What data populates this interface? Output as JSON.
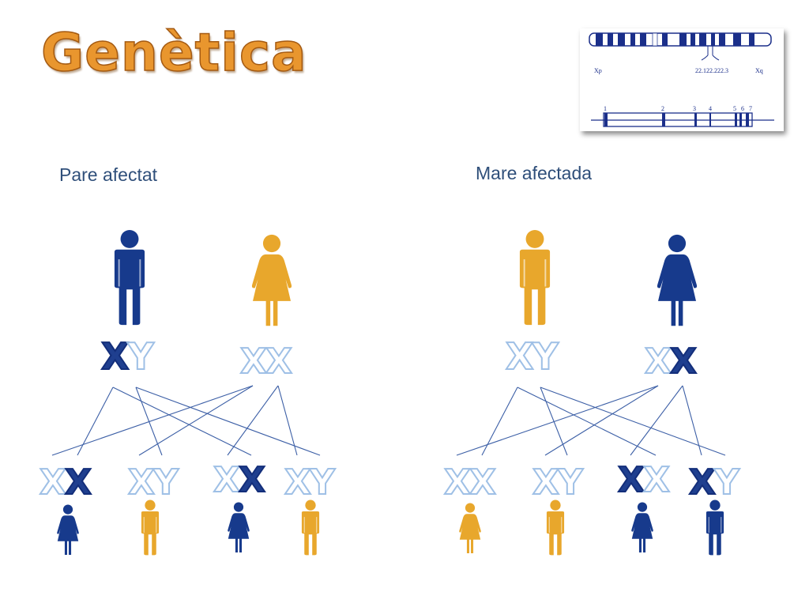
{
  "slide": {
    "title": "Genètica",
    "left_label": "Pare afectat",
    "right_label": "Mare afectada"
  },
  "colors": {
    "affected": "#173a8c",
    "unaffected": "#e8a72c",
    "title": "#e9962e"
  },
  "chromosome_map": {
    "xp": "Xp",
    "xq": "Xq",
    "bands": "22.122.222.3",
    "exons": [
      "1",
      "2",
      "3",
      "4",
      "5",
      "6",
      "7"
    ]
  },
  "left_pedigree": {
    "father": {
      "sex": "male",
      "status": "affected",
      "genotype": [
        "X",
        "Y"
      ],
      "highlight": [
        0
      ]
    },
    "mother": {
      "sex": "female",
      "status": "unaffected",
      "genotype": [
        "X",
        "X"
      ],
      "highlight": []
    },
    "children": [
      {
        "sex": "female",
        "status": "affected",
        "genotype": [
          "X",
          "X"
        ],
        "highlight": [
          1
        ]
      },
      {
        "sex": "male",
        "status": "unaffected",
        "genotype": [
          "X",
          "Y"
        ],
        "highlight": []
      },
      {
        "sex": "female",
        "status": "affected",
        "genotype": [
          "X",
          "X"
        ],
        "highlight": [
          1
        ]
      },
      {
        "sex": "male",
        "status": "unaffected",
        "genotype": [
          "X",
          "Y"
        ],
        "highlight": []
      }
    ]
  },
  "right_pedigree": {
    "father": {
      "sex": "male",
      "status": "unaffected",
      "genotype": [
        "X",
        "Y"
      ],
      "highlight": []
    },
    "mother": {
      "sex": "female",
      "status": "affected",
      "genotype": [
        "X",
        "X"
      ],
      "highlight": [
        1
      ]
    },
    "children": [
      {
        "sex": "female",
        "status": "unaffected",
        "genotype": [
          "X",
          "X"
        ],
        "highlight": []
      },
      {
        "sex": "male",
        "status": "unaffected",
        "genotype": [
          "X",
          "Y"
        ],
        "highlight": []
      },
      {
        "sex": "female",
        "status": "affected",
        "genotype": [
          "X",
          "X"
        ],
        "highlight": [
          0
        ]
      },
      {
        "sex": "male",
        "status": "affected",
        "genotype": [
          "X",
          "Y"
        ],
        "highlight": [
          0
        ]
      }
    ]
  }
}
